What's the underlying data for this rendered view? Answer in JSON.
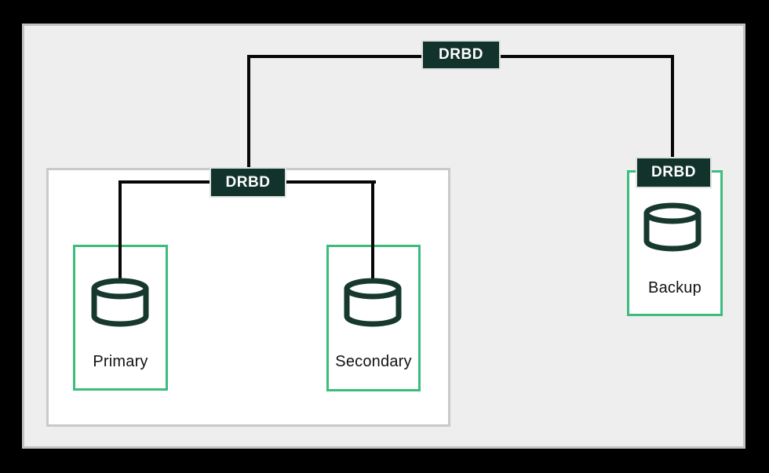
{
  "diagram": {
    "type": "drbd-replication-topology",
    "drbd_labels": {
      "top": "DRBD",
      "cluster": "DRBD",
      "backup": "DRBD"
    },
    "nodes": {
      "primary": {
        "label": "Primary",
        "icon": "database-icon"
      },
      "secondary": {
        "label": "Secondary",
        "icon": "database-icon"
      },
      "backup": {
        "label": "Backup",
        "icon": "database-icon"
      }
    },
    "colors": {
      "canvas_background": "#000000",
      "panel_background": "#eeeeee",
      "panel_border": "#c1c1c1",
      "cluster_background": "#ffffff",
      "cluster_border": "#c9c9c9",
      "node_border_green": "#3cbc7d",
      "drbd_box_background": "#12332b",
      "drbd_box_border": "#dde3df",
      "drbd_box_text": "#ffffff",
      "connector_line": "#070707",
      "database_icon_stroke": "#16382f",
      "node_label_text": "#121212"
    }
  }
}
